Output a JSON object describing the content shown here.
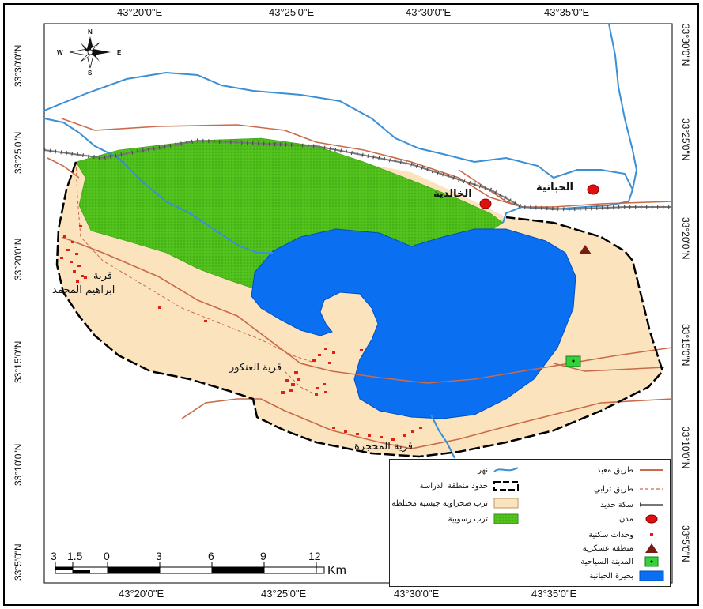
{
  "coords": {
    "top": [
      "43°20'0\"E",
      "43°25'0\"E",
      "43°30'0\"E",
      "43°35'0\"E"
    ],
    "bottom": [
      "43°20'0\"E",
      "43°25'0\"E",
      "43°30'0\"E",
      "43°35'0\"E"
    ],
    "left": [
      "33°30'0\"N",
      "33°25'0\"N",
      "33°20'0\"N",
      "33°15'0\"N",
      "33°10'0\"N",
      "33°5'0\"N"
    ],
    "right": [
      "33°30'0\"N",
      "33°25'0\"N",
      "33°20'0\"N",
      "33°15'0\"N",
      "33°10'0\"N",
      "33°5'0\"N"
    ]
  },
  "places": {
    "khaldiya": "الخالدية",
    "habbaniya": "الحبانية",
    "village_ibrahim_1": "قرية",
    "village_ibrahim_2": "ابراهيم المحمد",
    "village_ankur": "قرية العنكور",
    "village_mahjara": "قرية المحجرة"
  },
  "compass": {
    "n": "N",
    "s": "S",
    "e": "E",
    "w": "W"
  },
  "scale": {
    "ticks": [
      "3",
      "1.5",
      "0",
      "3",
      "6",
      "9",
      "12"
    ],
    "unit": "Km"
  },
  "legend": {
    "paved_road": "طريق معبد",
    "dirt_road": "طريق ترابي",
    "railway": "سكة حديد",
    "cities": "مدن",
    "housing_units": "وحدات سكنية",
    "military_area": "منطقة عسكرية",
    "tourist_city": "المدينة السياحية",
    "lake": "بحيرة الحبانية",
    "river": "نهر",
    "study_area": "حدود منطقة الدراسة",
    "desert_soil": "ترب صحراوية جبسية مختلطة",
    "sediment_soil": "ترب رسوبية"
  },
  "colors": {
    "desert_soil": "#fae3bd",
    "sediment_soil": "#4fbf1a",
    "lake": "#0a6ff0",
    "river": "#3a8fd6",
    "road": "#c96a4a",
    "city": "#e01010",
    "housing": "#e02010",
    "military": "#7a1a12",
    "tourist": "#34d23a"
  }
}
